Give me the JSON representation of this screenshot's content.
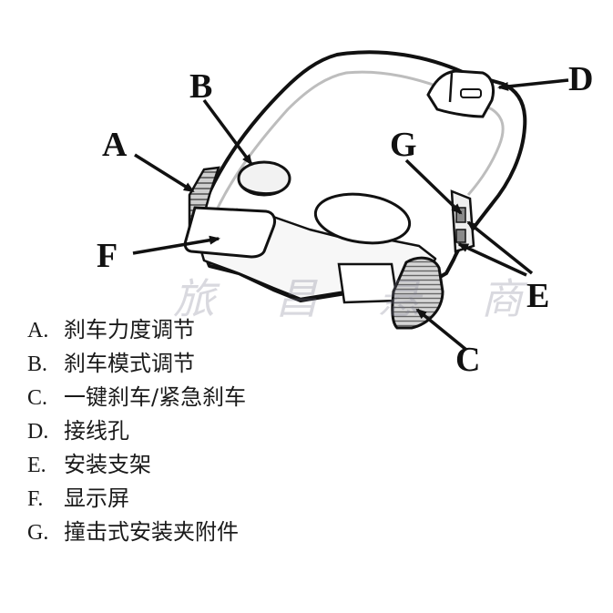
{
  "callouts": {
    "A": "A",
    "B": "B",
    "C": "C",
    "D": "D",
    "E": "E",
    "F": "F",
    "G": "G"
  },
  "legend": [
    {
      "key": "A.",
      "text": "刹车力度调节"
    },
    {
      "key": "B.",
      "text": "刹车模式调节"
    },
    {
      "key": "C.",
      "text": "一键刹车/紧急刹车"
    },
    {
      "key": "D.",
      "text": "接线孔"
    },
    {
      "key": "E.",
      "text": "安装支架"
    },
    {
      "key": "F.",
      "text": "显示屏"
    },
    {
      "key": "G.",
      "text": "撞击式安装夹附件"
    }
  ],
  "watermark": "旅 昌 悬 商",
  "colors": {
    "ink": "#111111",
    "body_fill": "#ffffff",
    "shade": "#cfcfcf",
    "dark_shade": "#8a8a8a"
  }
}
